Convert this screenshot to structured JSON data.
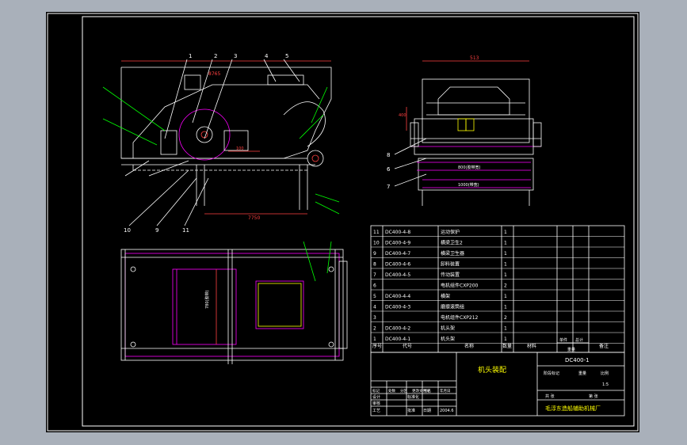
{
  "colors": {
    "background": "#000000",
    "frame": "#ffffff",
    "outline": "#ffffff",
    "leader": "#00ff00",
    "dimension": "#ff4040",
    "component": "#ff00ff",
    "accent": "#ffff00",
    "page": "#a9b0ba"
  },
  "front_view": {
    "callouts": [
      "1",
      "2",
      "3",
      "4",
      "5",
      "10",
      "9",
      "11"
    ],
    "dims": {
      "top": "8765",
      "bottom": "7750",
      "mid": "100"
    }
  },
  "side_view": {
    "callouts": [
      "8",
      "6",
      "7"
    ],
    "dims": {
      "width": "513",
      "inner_a": "800(胶带宽)",
      "inner_b": "1000(带宽)",
      "height": "400"
    }
  },
  "plan_view": {
    "dims": {
      "vertical": "780(胶带)"
    }
  },
  "parts_table": {
    "rows": [
      {
        "no": "11",
        "code": "DC400-4-8",
        "name": "运动保护",
        "qty": "1"
      },
      {
        "no": "10",
        "code": "DC400-4-9",
        "name": "横梁卫生2",
        "qty": "1"
      },
      {
        "no": "9",
        "code": "DC400-4-7",
        "name": "横梁卫生器",
        "qty": "1"
      },
      {
        "no": "8",
        "code": "DC400-4-6",
        "name": "卸料装置",
        "qty": "1"
      },
      {
        "no": "7",
        "code": "DC400-4-5",
        "name": "传动装置",
        "qty": "1"
      },
      {
        "no": "6",
        "code": "",
        "name": "电机组件CXP200",
        "qty": "2"
      },
      {
        "no": "5",
        "code": "DC400-4-4",
        "name": "横架",
        "qty": "1"
      },
      {
        "no": "4",
        "code": "DC400-4-3",
        "name": "磨擦滚筒组",
        "qty": "1"
      },
      {
        "no": "3",
        "code": "",
        "name": "电机组件CXP212",
        "qty": "2"
      },
      {
        "no": "2",
        "code": "DC400-4-2",
        "name": "机头架",
        "qty": "1"
      },
      {
        "no": "1",
        "code": "DC400-4-1",
        "name": "机头架",
        "qty": "1"
      }
    ],
    "header": {
      "no": "序号",
      "code": "代号",
      "name": "名称",
      "qty": "数量",
      "material": "材料",
      "single": "单件",
      "total": "总计",
      "weight": "重量",
      "remark": "备注"
    }
  },
  "title_block": {
    "drawing_name": "机头装配",
    "drawing_no": "DC400-1",
    "stage": "阶段标记",
    "weight": "重量",
    "scale": "比例",
    "scale_value": "1:5",
    "sheet_total": "共  张",
    "sheet_no": "第  张",
    "company": "毛淳东造船辅助机械厂",
    "rev_cols": [
      "标记",
      "处数",
      "分区",
      "更改文件号",
      "签名",
      "年月日"
    ],
    "design": "设计",
    "check": "审核",
    "standard": "标准化",
    "process": "工艺",
    "approve": "批准",
    "date_label": "日期",
    "date_value": "2004.6"
  }
}
